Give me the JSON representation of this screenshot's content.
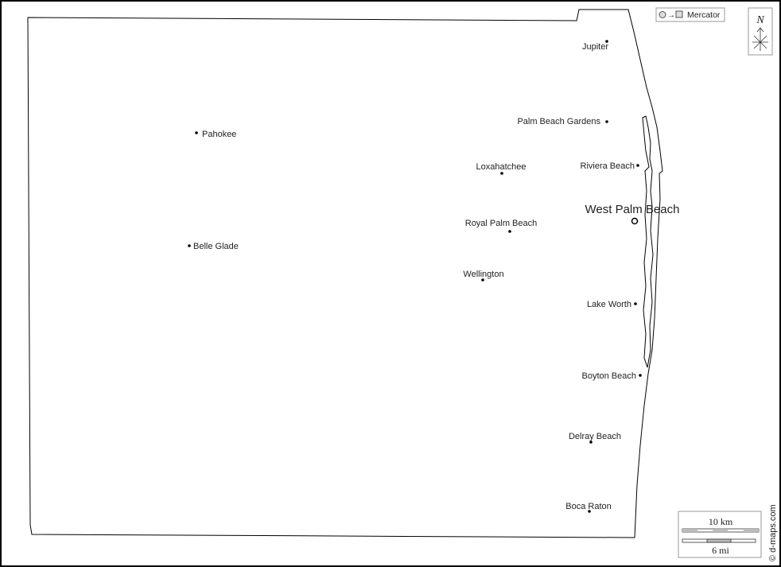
{
  "projection": "Mercator",
  "north_label": "N",
  "scale": {
    "km": "10 km",
    "mi": "6 mi"
  },
  "credit": "© d-maps.com",
  "capital": {
    "name": "West Palm Beach"
  },
  "cities": [
    {
      "name": "Jupiter"
    },
    {
      "name": "Palm Beach Gardens"
    },
    {
      "name": "Pahokee"
    },
    {
      "name": "Loxahatchee"
    },
    {
      "name": "Riviera Beach"
    },
    {
      "name": "Royal Palm Beach"
    },
    {
      "name": "Belle Glade"
    },
    {
      "name": "Wellington"
    },
    {
      "name": "Lake Worth"
    },
    {
      "name": "Boyton Beach"
    },
    {
      "name": "Delray Beach"
    },
    {
      "name": "Boca Raton"
    }
  ]
}
